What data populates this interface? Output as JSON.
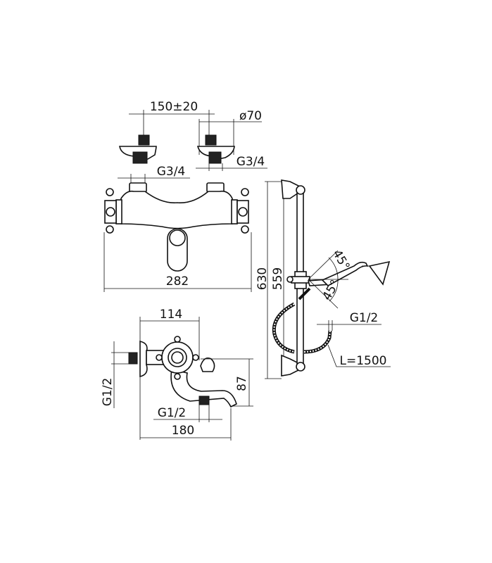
{
  "dimensions": {
    "inlet_spacing": "150±20",
    "rosette_diameter": "ø70",
    "inlet_thread_right": "G3/4",
    "inlet_thread_left": "G3/4",
    "body_width": "282",
    "rail_total_height": "630",
    "rail_center_distance": "559",
    "tilt_angle_up": "45°",
    "tilt_angle_down": "45°",
    "hose_thread": "G1/2",
    "hose_length": "L=1500",
    "side_depth": "114",
    "side_inlet_thread": "G1/2",
    "spout_height": "87",
    "spout_outlet_thread": "G1/2",
    "spout_projection": "180"
  }
}
